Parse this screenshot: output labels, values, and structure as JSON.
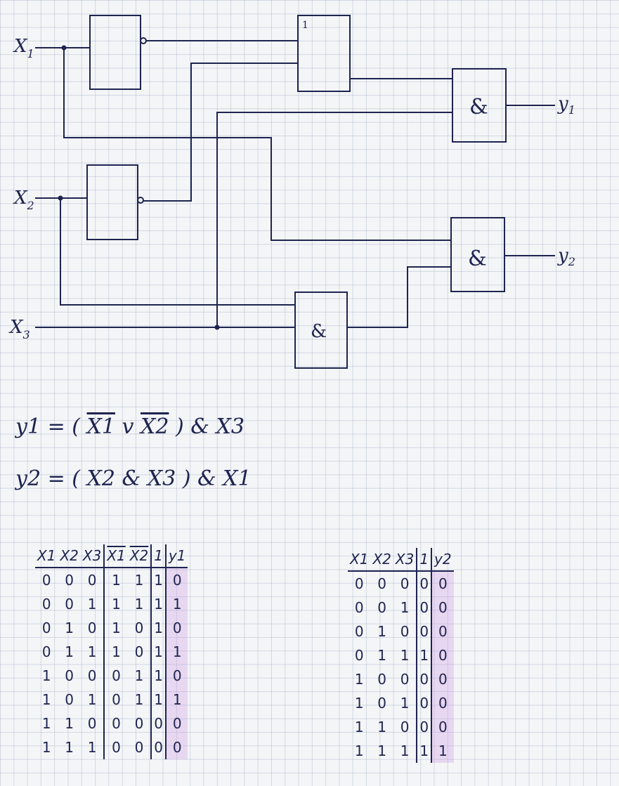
{
  "inputs": [
    {
      "label": "X",
      "sub": "1"
    },
    {
      "label": "X",
      "sub": "2"
    },
    {
      "label": "X",
      "sub": "3"
    }
  ],
  "outputs": [
    {
      "label": "y",
      "sub": "1"
    },
    {
      "label": "y",
      "sub": "2"
    }
  ],
  "gates": {
    "or_symbol": "1",
    "and1_symbol": "&",
    "and2_symbol": "&",
    "and3_symbol": "&"
  },
  "formulas": {
    "y1": {
      "lhs": "y1",
      "eq": " = ( ",
      "a": "X1",
      "op": " v ",
      "b": "X2",
      "close": " ) & ",
      "c": "X3"
    },
    "y2": {
      "lhs": "y2",
      "text": " = ( X2 & X3 ) & X1"
    }
  },
  "table1": {
    "headers": [
      "X1",
      "X2",
      "X3",
      "X1",
      "X2",
      "1",
      "y1"
    ],
    "rows": [
      [
        "0",
        "0",
        "0",
        "1",
        "1",
        "1",
        "0"
      ],
      [
        "0",
        "0",
        "1",
        "1",
        "1",
        "1",
        "1"
      ],
      [
        "0",
        "1",
        "0",
        "1",
        "0",
        "1",
        "0"
      ],
      [
        "0",
        "1",
        "1",
        "1",
        "0",
        "1",
        "1"
      ],
      [
        "1",
        "0",
        "0",
        "0",
        "1",
        "1",
        "0"
      ],
      [
        "1",
        "0",
        "1",
        "0",
        "1",
        "1",
        "1"
      ],
      [
        "1",
        "1",
        "0",
        "0",
        "0",
        "0",
        "0"
      ],
      [
        "1",
        "1",
        "1",
        "0",
        "0",
        "0",
        "0"
      ]
    ]
  },
  "table2": {
    "headers": [
      "X1",
      "X2",
      "X3",
      "1",
      "y2"
    ],
    "rows": [
      [
        "0",
        "0",
        "0",
        "0",
        "0"
      ],
      [
        "0",
        "0",
        "1",
        "0",
        "0"
      ],
      [
        "0",
        "1",
        "0",
        "0",
        "0"
      ],
      [
        "0",
        "1",
        "1",
        "1",
        "0"
      ],
      [
        "1",
        "0",
        "0",
        "0",
        "0"
      ],
      [
        "1",
        "0",
        "1",
        "0",
        "0"
      ],
      [
        "1",
        "1",
        "0",
        "0",
        "0"
      ],
      [
        "1",
        "1",
        "1",
        "1",
        "1"
      ]
    ]
  }
}
